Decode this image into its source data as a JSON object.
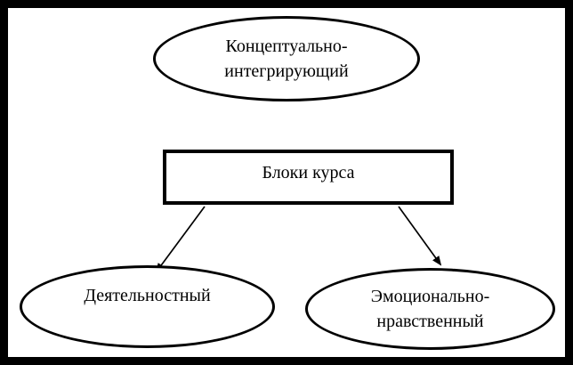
{
  "diagram": {
    "title": "Блоки курса",
    "background": "#ffffff",
    "colors": {
      "stroke": "#000000",
      "fill": "#ffffff",
      "frame": "#000000",
      "text": "#000000"
    },
    "nodes": {
      "conceptual": {
        "shape": "ellipse",
        "label": "Концептуально-интегрирующий",
        "line1": "Концептуально-",
        "line2": "интегрирующий"
      },
      "course_blocks": {
        "shape": "rectangle",
        "label": "Блоки курса"
      },
      "activity": {
        "shape": "ellipse",
        "label": "Деятельностный"
      },
      "emotional": {
        "shape": "ellipse",
        "label": "Эмоционально-нравственный",
        "line1": "Эмоционально-",
        "line2": "нравственный"
      }
    },
    "edges": [
      {
        "from": "course_blocks",
        "to": "activity",
        "type": "arrow"
      },
      {
        "from": "course_blocks",
        "to": "emotional",
        "type": "arrow"
      }
    ]
  }
}
